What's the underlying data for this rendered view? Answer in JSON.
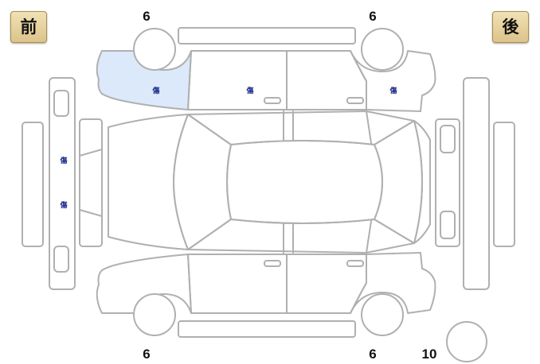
{
  "labels": {
    "front": "前",
    "rear": "後"
  },
  "tire_values": {
    "front_left_top": "6",
    "rear_left_top": "6",
    "front_left_bottom": "6",
    "rear_left_bottom": "6",
    "spare": "10"
  },
  "damage_mark": "傷",
  "damage_marks": [
    {
      "part": "left-front-fender",
      "text": "傷"
    },
    {
      "part": "left-front-door",
      "text": "傷"
    },
    {
      "part": "left-rear-quarter",
      "text": "傷"
    },
    {
      "part": "front-bumper-upper",
      "text": "傷"
    },
    {
      "part": "front-bumper-lower",
      "text": "傷"
    }
  ],
  "colors": {
    "line": "#b0b0b0",
    "highlight": "#dbe9fb",
    "mark": "#1a2a8a",
    "badge": "#e8d6a0"
  }
}
